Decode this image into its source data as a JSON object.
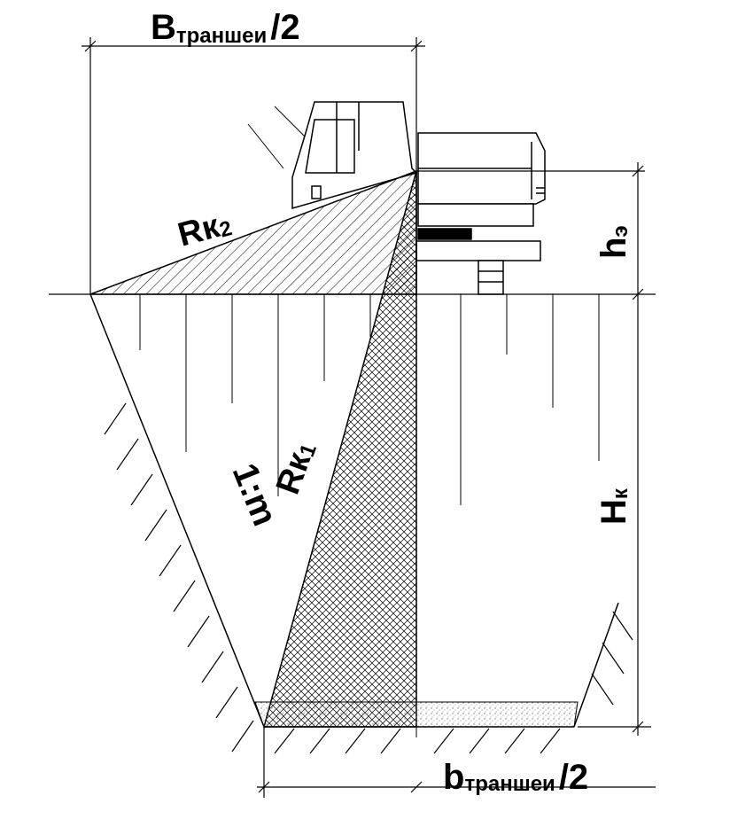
{
  "labels": {
    "top_width_main": "B",
    "top_width_sub": "траншеи",
    "top_width_suffix": "/2",
    "bottom_width_main": "b",
    "bottom_width_sub": "траншеи",
    "bottom_width_suffix": "/2",
    "rk2_main": "R",
    "rk2_sub": "к",
    "rk2_index": "2",
    "rk1_main": "R",
    "rk1_sub": "к",
    "rk1_index": "1",
    "slope": "1:m",
    "he_main": "h",
    "he_sub": "э",
    "hk_main": "H",
    "hk_sub": "к"
  },
  "colors": {
    "line": "#000000",
    "background": "#ffffff",
    "sand": "#9a9a9a"
  }
}
